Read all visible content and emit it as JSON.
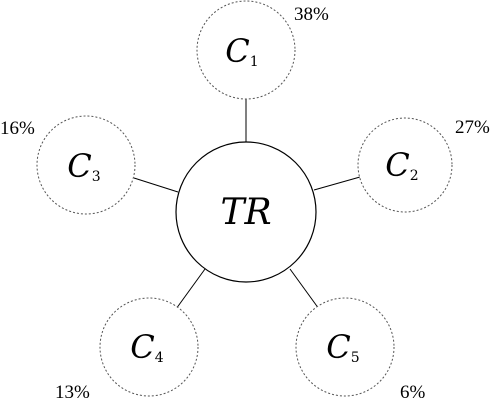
{
  "center": {
    "label": "TR"
  },
  "nodes": [
    {
      "id": "c1",
      "letter": "C",
      "subscript": "1",
      "share": "38%"
    },
    {
      "id": "c2",
      "letter": "C",
      "subscript": "2",
      "share": "27%"
    },
    {
      "id": "c3",
      "letter": "C",
      "subscript": "3",
      "share": "16%"
    },
    {
      "id": "c4",
      "letter": "C",
      "subscript": "4",
      "share": "13%"
    },
    {
      "id": "c5",
      "letter": "C",
      "subscript": "5",
      "share": "6%"
    }
  ],
  "colors": {
    "stroke": "#000000",
    "dashed_stroke": "#555555",
    "text": "#000000",
    "background": "#ffffff"
  }
}
